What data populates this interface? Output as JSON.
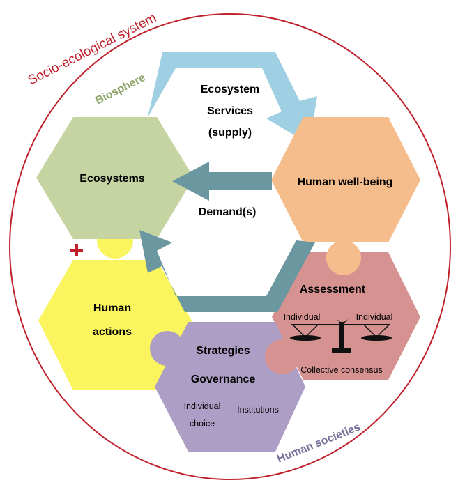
{
  "colors": {
    "outer_circle": "#c0202a",
    "system_label": "#c0202a",
    "biosphere_label": "#8fa46a",
    "society_label": "#7a6f9a",
    "ecosystems_fill": "#c5d4a0",
    "wellbeing_fill": "#f6bd8c",
    "actions_fill": "#faf55f",
    "governance_fill": "#ad9ec5",
    "assessment_fill": "#d69291",
    "supply_arrow": "#9fcfe3",
    "demand_arrow": "#6b97a1",
    "plus_sign": "#c0202a"
  },
  "labels": {
    "socio_ecological_system": "Socio-ecological system",
    "biosphere": "Biosphere",
    "human_societies": "Human societies",
    "ecosystem_services": [
      "Ecosystem",
      "Services",
      "(supply)"
    ],
    "demand": "Demand(s)",
    "ecosystems": "Ecosystems",
    "human_wellbeing": "Human well-being",
    "human_actions": [
      "Human",
      "actions"
    ],
    "strategies": "Strategies",
    "governance": "Governance",
    "individual_choice": [
      "Individual",
      "choice"
    ],
    "institutions": "Institutions",
    "assessment": "Assessment",
    "individual_left": "Individual",
    "individual_right": "Individual",
    "collective_consensus": "Collective consensus"
  },
  "icons": {
    "plus": "plus-icon",
    "scale": "balance-scale-icon"
  }
}
